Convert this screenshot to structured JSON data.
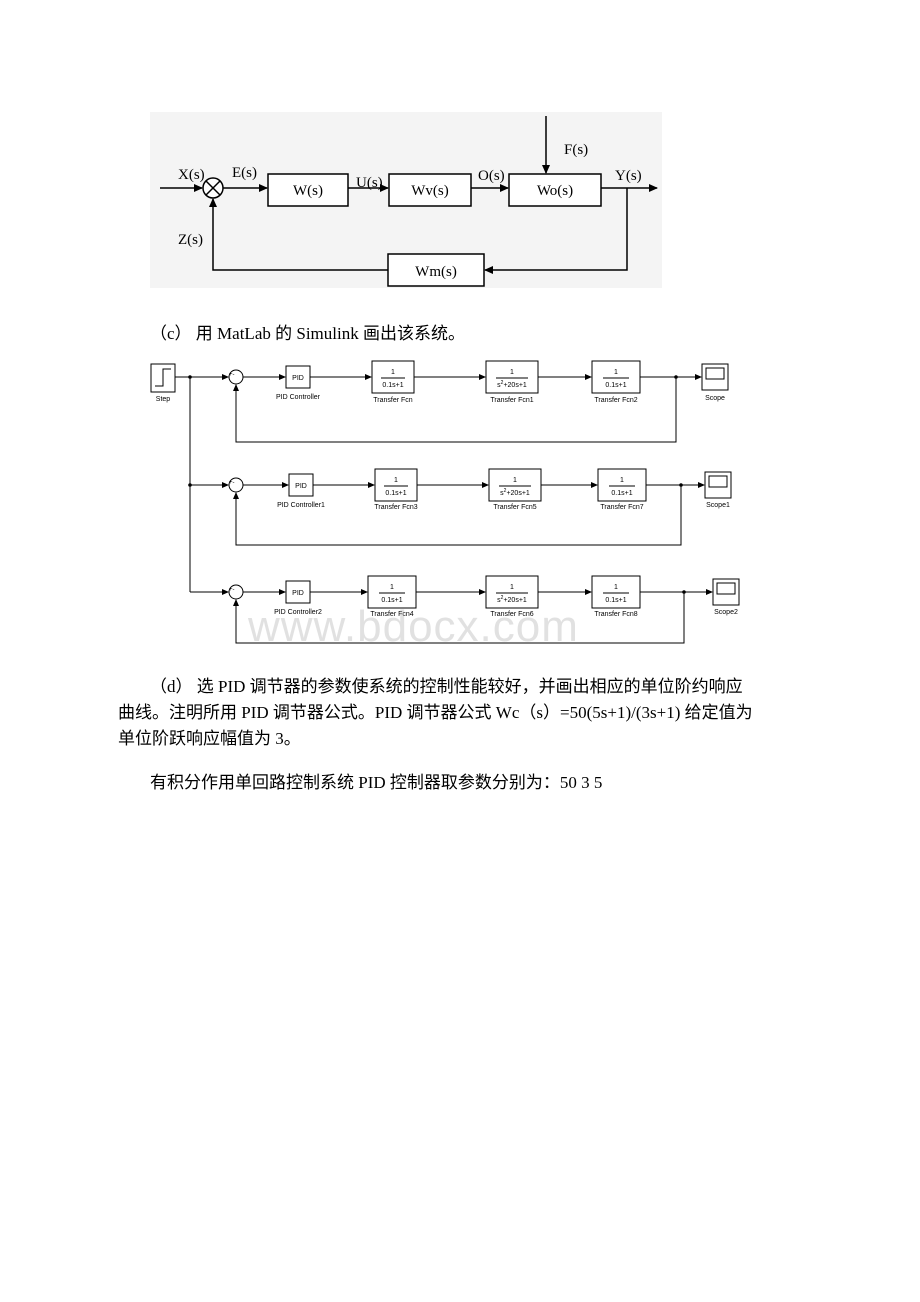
{
  "block_diagram": {
    "signals": {
      "x": "X(s)",
      "e": "E(s)",
      "u": "U(s)",
      "o": "O(s)",
      "f": "F(s)",
      "y": "Y(s)",
      "z": "Z(s)"
    },
    "blocks": {
      "w": "W(s)",
      "wv": "Wv(s)",
      "wo": "Wo(s)",
      "wm": "Wm(s)"
    }
  },
  "caption_c": "（c） 用 MatLab 的 Simulink 画出该系统。",
  "simulink": {
    "step_label": "Step",
    "sum_signs": "+-",
    "pid_text": "PID",
    "tf_numerator": "1",
    "tf_first_den": "0.1s+1",
    "tf_mid_den_pre": "s",
    "tf_mid_den_exp": "2",
    "tf_mid_den_post": "+20s+1",
    "tf_last_den": "0.1s+1",
    "rows": [
      {
        "pid": "PID Controller",
        "tf1": "Transfer Fcn",
        "tf2": "Transfer Fcn1",
        "tf3": "Transfer Fcn2",
        "scope": "Scope"
      },
      {
        "pid": "PID Controller1",
        "tf1": "Transfer Fcn3",
        "tf2": "Transfer Fcn5",
        "tf3": "Transfer Fcn7",
        "scope": "Scope1"
      },
      {
        "pid": "PID Controller2",
        "tf1": "Transfer Fcn4",
        "tf2": "Transfer Fcn6",
        "tf3": "Transfer Fcn8",
        "scope": "Scope2"
      }
    ]
  },
  "watermark": "www.bdocx.com",
  "para_d_line1": "（d） 选 PID 调节器的参数使系统的控制性能较好，并画出相应的单位阶约响应",
  "para_d_line2": "曲线。注明所用 PID 调节器公式。PID 调节器公式 Wc（s）=50(5s+1)/(3s+1) 给定值为",
  "para_d_line3": "单位阶跃响应幅值为 3。",
  "para_last": "有积分作用单回路控制系统 PID 控制器取参数分别为：50 3 5"
}
